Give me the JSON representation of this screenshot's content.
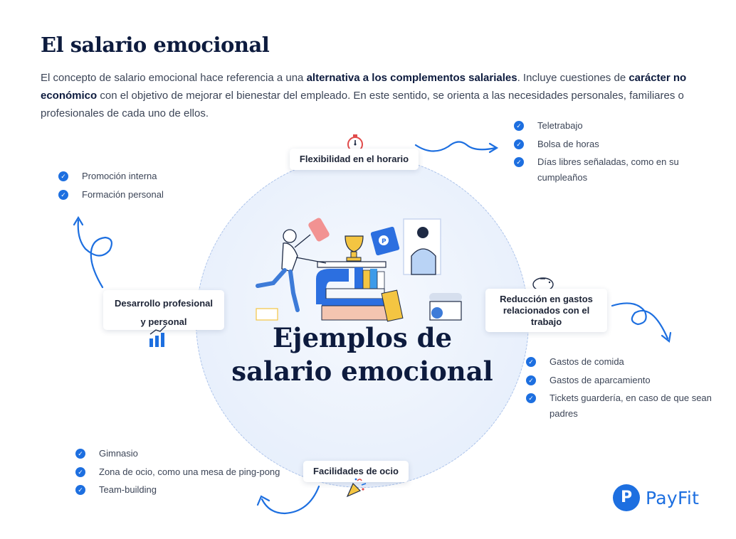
{
  "header": {
    "title": "El salario emocional",
    "intro": {
      "p1": "El concepto de salario emocional hace referencia a una ",
      "b1": "alternativa a los complementos salariales",
      "p2": ". Incluye cuestiones de ",
      "b2": "carácter no económico",
      "p3": " con el objetivo de mejorar el bienestar del empleado. En este sentido, se orienta a las necesidades personales, familiares o profesionales de cada uno de ellos."
    }
  },
  "center": {
    "title_line1": "Ejemplos de",
    "title_line2": "salario emocional"
  },
  "categories": {
    "flexibilidad": {
      "label": "Flexibilidad en el horario",
      "icon": "stopwatch-icon",
      "items": [
        "Teletrabajo",
        "Bolsa de horas",
        "Días libres señaladas, como en su",
        "cumpleaños"
      ]
    },
    "desarrollo": {
      "label_line1": "Desarrollo profesional",
      "label_line2": "y personal",
      "icon": "bar-chart-icon",
      "items": [
        "Promoción interna",
        "Formación personal"
      ]
    },
    "reduccion": {
      "label_line1": "Reducción en gastos",
      "label_line2": "relacionados con el",
      "label_line3": "trabajo",
      "icon": "piggy-bank-icon",
      "items": [
        "Gastos de comida",
        "Gastos de aparcamiento",
        "Tickets guardería, en caso de que sean",
        "padres"
      ]
    },
    "ocio": {
      "label": "Facilidades de ocio",
      "icon": "party-popper-icon",
      "items": [
        "Gimnasio",
        "Zona de ocio, como una mesa de ping-pong",
        "Team-building"
      ]
    }
  },
  "brand": {
    "name": "PayFit",
    "mark": "P",
    "color": "#1d6fe0"
  },
  "colors": {
    "accent": "#1d6fe0",
    "title": "#0d1b3e",
    "circle": "#e3ecfa"
  }
}
